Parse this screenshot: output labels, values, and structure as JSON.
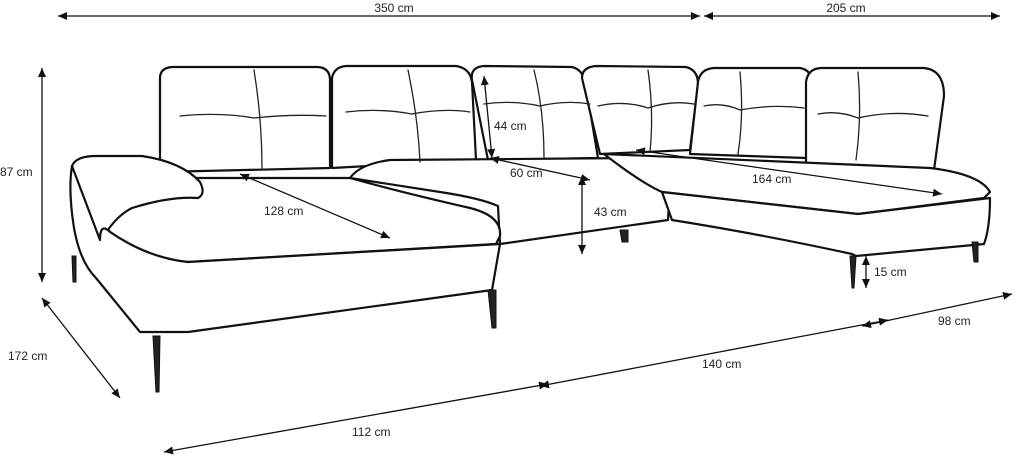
{
  "dimensions": {
    "total_width": "350 cm",
    "right_width": "205 cm",
    "height": "87 cm",
    "left_depth": "172 cm",
    "front_left": "112 cm",
    "front_middle": "140 cm",
    "front_right": "98 cm",
    "back_height": "44 cm",
    "seat_depth": "60 cm",
    "seat_height": "43 cm",
    "left_chaise": "128 cm",
    "right_chaise": "164 cm",
    "leg_height": "15 cm"
  },
  "colors": {
    "line": "#111111",
    "background": "#ffffff"
  }
}
